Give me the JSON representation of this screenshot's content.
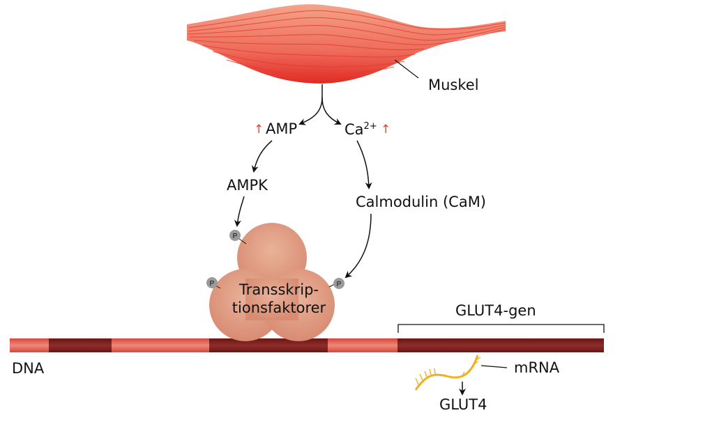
{
  "labels": {
    "muscle": "Muskel",
    "amp": "AMP",
    "calcium": "Ca",
    "calcium_charge": "2+",
    "up_arrow": "↑",
    "ampk": "AMPK",
    "calmodulin": "Calmodulin (CaM)",
    "tf_line1": "Transskrip-",
    "tf_line2": "tionsfaktorer",
    "phosphate": "P",
    "dna": "DNA",
    "gene": "GLUT4-gen",
    "mrna": "mRNA",
    "protein": "GLUT4"
  },
  "colors": {
    "muscle": "#e8412c",
    "up_arrow": "#e8412c",
    "dna_light": "#e07a6a",
    "dna_dark": "#7a1e1e",
    "tf": "#e0a084",
    "phosphate": "#9a9a9a",
    "mrna": "#f2b01e"
  }
}
